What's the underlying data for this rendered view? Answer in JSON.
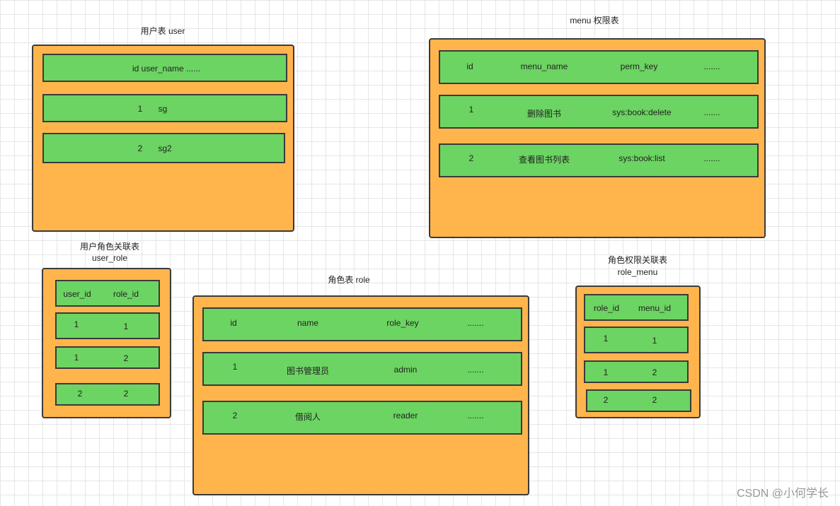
{
  "tables": {
    "user": {
      "title": "用户表  user",
      "header": "id user_name ......",
      "rows": [
        [
          "1",
          "sg"
        ],
        [
          "2",
          "sg2"
        ]
      ]
    },
    "menu": {
      "title": "menu 权限表",
      "header": [
        "id",
        "menu_name",
        "perm_key",
        "......."
      ],
      "rows": [
        [
          "1",
          "删除图书",
          "sys:book:delete",
          "......."
        ],
        [
          "2",
          "查看图书列表",
          "sys:book:list",
          "......."
        ]
      ]
    },
    "user_role": {
      "title_line1": "用户角色关联表",
      "title_line2": "user_role",
      "header": [
        "user_id",
        "role_id"
      ],
      "rows": [
        [
          "1",
          "1"
        ],
        [
          "1",
          "2"
        ],
        [
          "2",
          "2"
        ]
      ]
    },
    "role": {
      "title": "角色表   role",
      "header": [
        "id",
        "name",
        "role_key",
        "......."
      ],
      "rows": [
        [
          "1",
          "图书管理员",
          "admin",
          "......."
        ],
        [
          "2",
          "借阅人",
          "reader",
          "......."
        ]
      ]
    },
    "role_menu": {
      "title_line1": "角色权限关联表",
      "title_line2": "role_menu",
      "header": [
        "role_id",
        "menu_id"
      ],
      "rows": [
        [
          "1",
          "1"
        ],
        [
          "1",
          "2"
        ],
        [
          "2",
          "2"
        ]
      ]
    }
  },
  "watermark": "CSDN @小何学长"
}
